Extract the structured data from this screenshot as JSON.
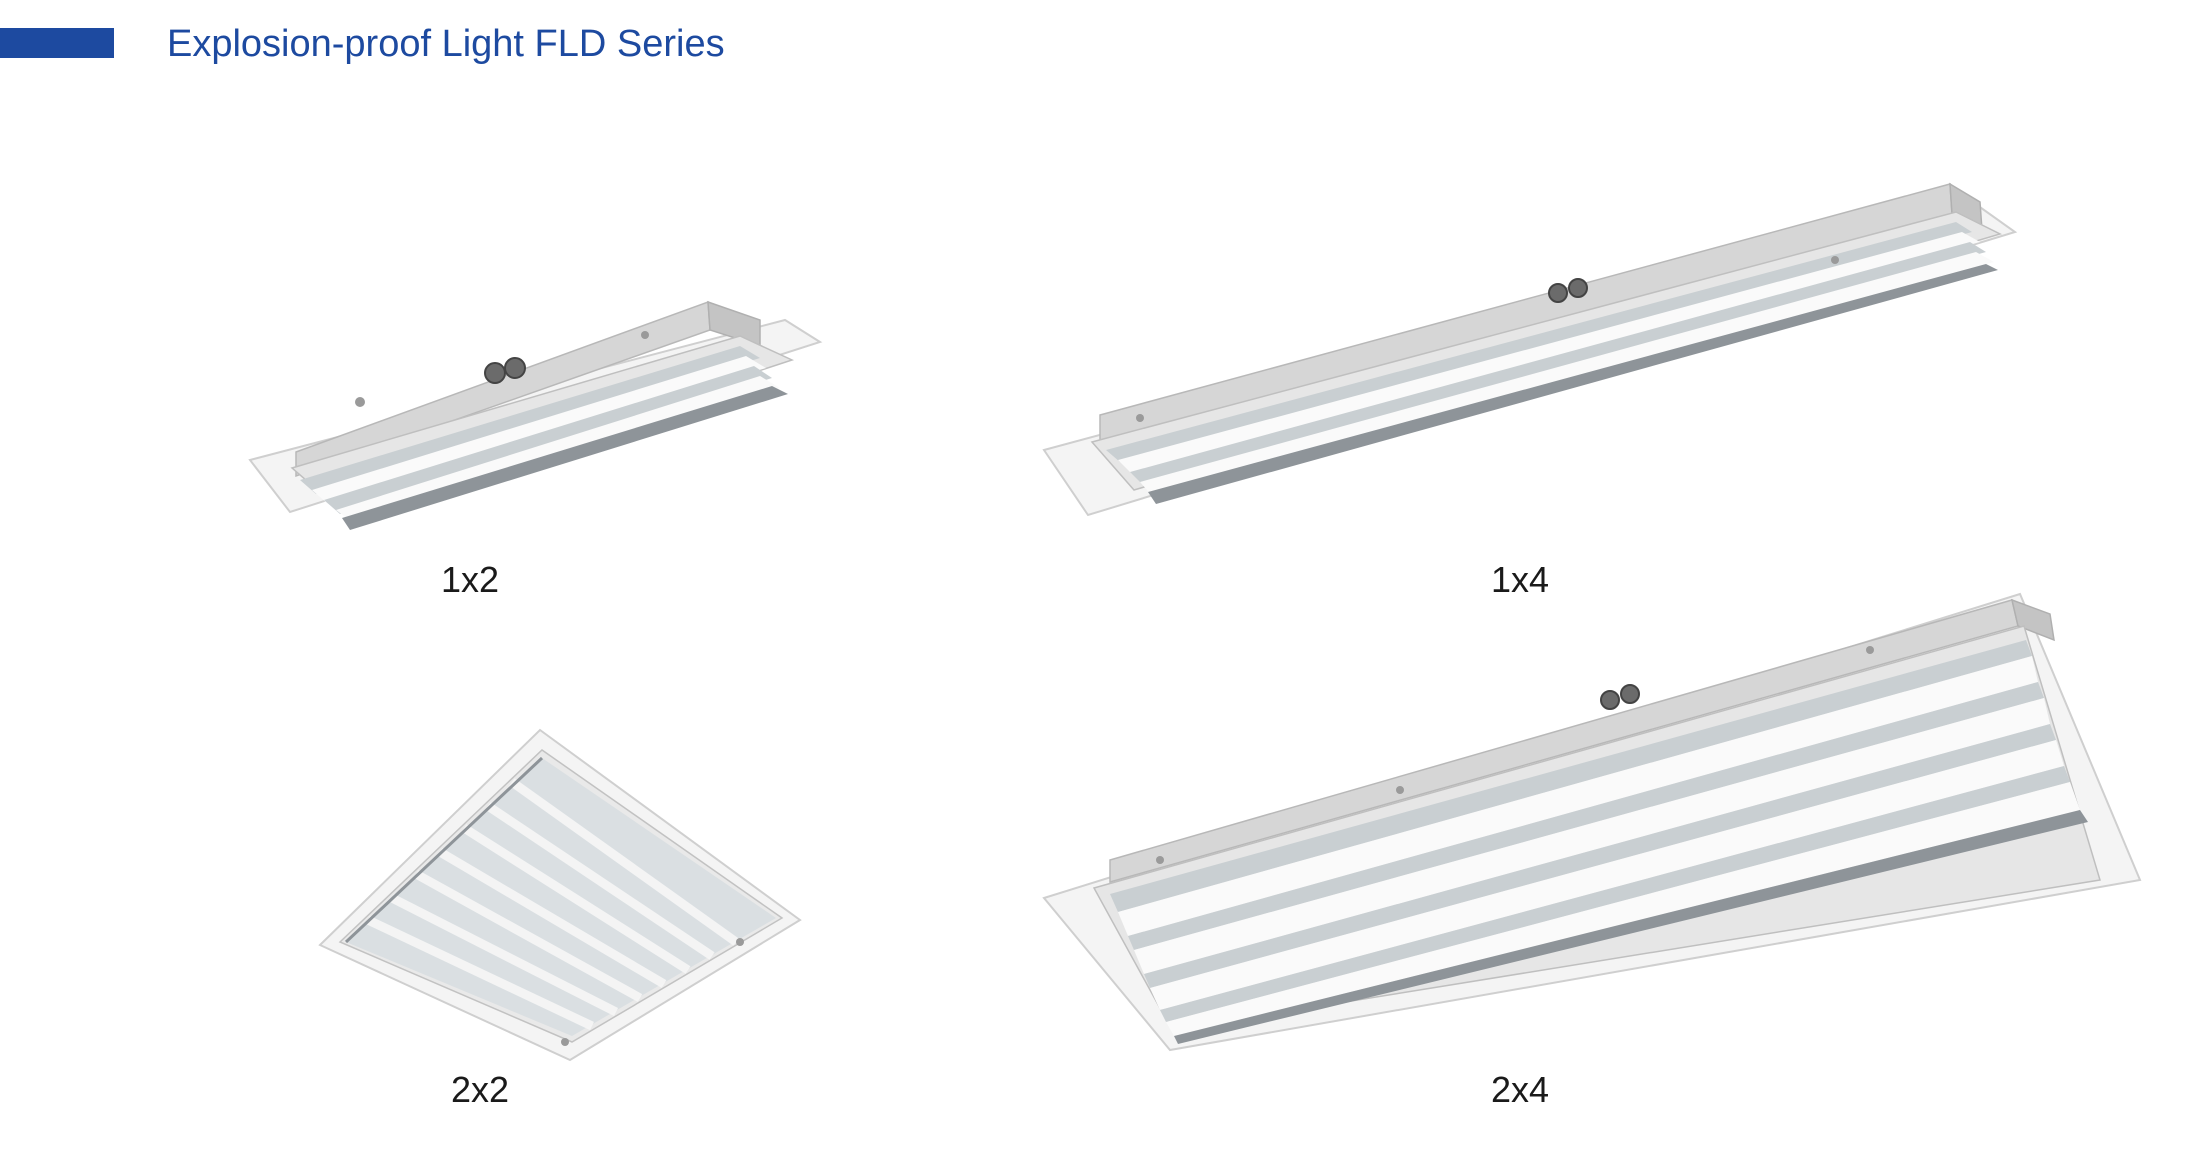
{
  "header": {
    "title": "Explosion-proof Light FLD Series",
    "accent_color": "#1d4aa0"
  },
  "products": [
    {
      "model": "1x2",
      "image": "light-fixture-1x2-icon"
    },
    {
      "model": "1x4",
      "image": "light-fixture-1x4-icon"
    },
    {
      "model": "2x2",
      "image": "light-fixture-2x2-icon"
    },
    {
      "model": "2x4",
      "image": "light-fixture-2x4-icon"
    }
  ]
}
